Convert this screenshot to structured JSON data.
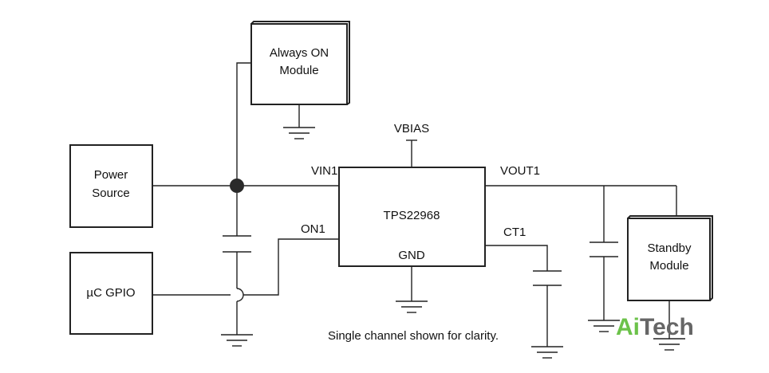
{
  "blocks": {
    "always_on": [
      "Always ON",
      "Module"
    ],
    "power_source": [
      "Power",
      "Source"
    ],
    "uc_gpio": "µC GPIO",
    "load_switch": "TPS22968",
    "standby": [
      "Standby",
      "Module"
    ]
  },
  "pins": {
    "vbias": "VBIAS",
    "vin1": "VIN1",
    "on1": "ON1",
    "vout1": "VOUT1",
    "ct1": "CT1",
    "gnd": "GND"
  },
  "note": "Single channel shown for clarity.",
  "logo": {
    "part1": "Ai",
    "part2": "Tech"
  },
  "colors": {
    "logo_green": "#6cc24a",
    "logo_gray": "#666666",
    "line": "#222222"
  }
}
